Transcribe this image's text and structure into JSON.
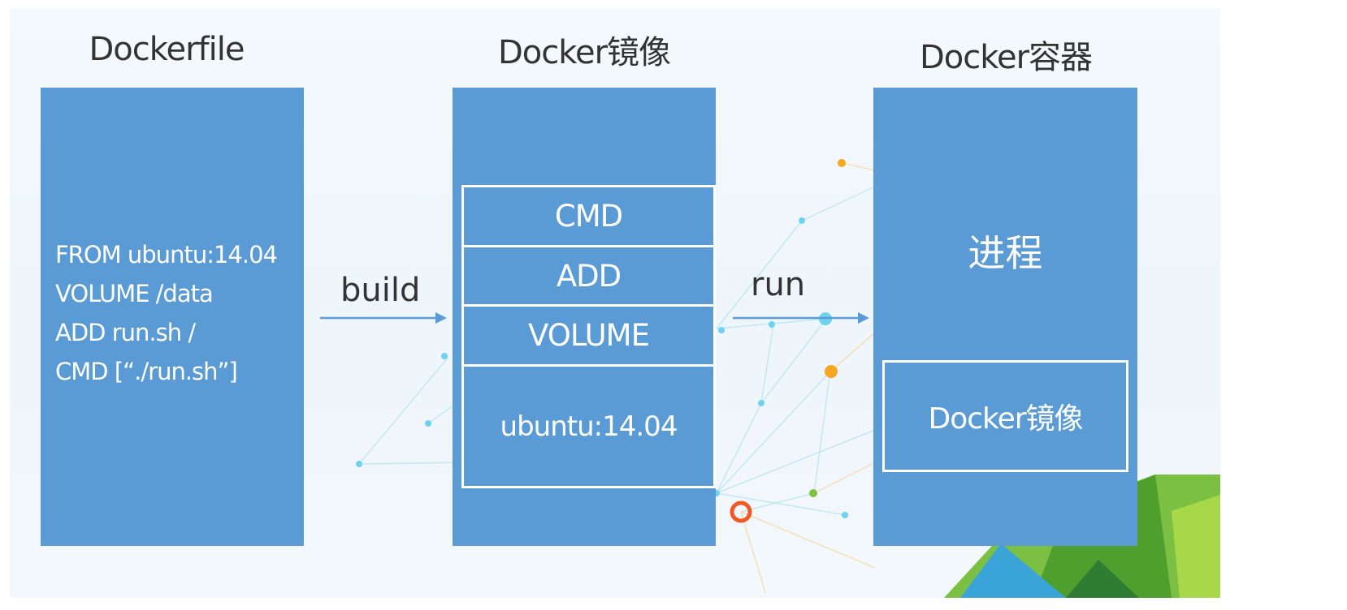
{
  "dockerfile": {
    "title": "Dockerfile",
    "lines": [
      "FROM ubuntu:14.04",
      "VOLUME /data",
      "ADD run.sh /",
      "CMD [“./run.sh”]"
    ]
  },
  "image": {
    "title": "Docker镜像",
    "layers": [
      "CMD",
      "ADD",
      "VOLUME",
      "ubuntu:14.04"
    ]
  },
  "container": {
    "title": "Docker容器",
    "process_label": "进程",
    "inner_image_label": "Docker镜像"
  },
  "edges": {
    "build": "build",
    "run": "run"
  },
  "colors": {
    "panel": "#5b9bd5",
    "panel_text": "#ffffff",
    "arrow": "#5b9bd5",
    "title_text": "#333333"
  }
}
